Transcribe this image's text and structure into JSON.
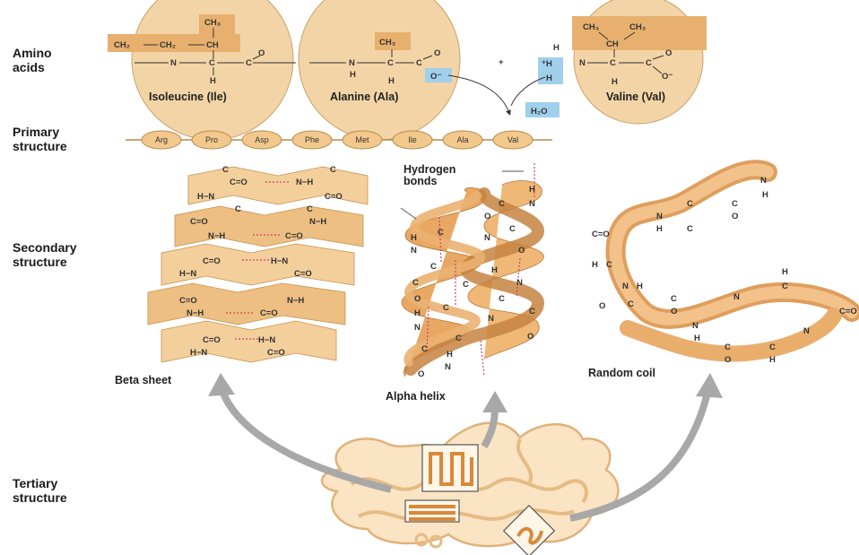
{
  "levels": {
    "amino": [
      "Amino",
      "acids"
    ],
    "primary": [
      "Primary",
      "structure"
    ],
    "secondary": [
      "Secondary",
      "structure"
    ],
    "tertiary": [
      "Tertiary",
      "structure"
    ]
  },
  "amino_acids": [
    {
      "name": "Isoleucine (Ile)",
      "side_chain": [
        "CH₂",
        "CH₂",
        "CH",
        "CH₃"
      ]
    },
    {
      "name": "Alanine (Ala)",
      "side_chain": [
        "CH₃"
      ]
    },
    {
      "name": "Valine (Val)",
      "side_chain": [
        "CH₃",
        "CH₃",
        "CH"
      ]
    }
  ],
  "reaction": {
    "plus": "+",
    "water": "H₂O",
    "o_minus": "O⁻",
    "h_plus": "⁺H"
  },
  "atoms": {
    "N": "N",
    "C": "C",
    "O": "O",
    "H": "H",
    "o_minus": "O⁻",
    "co": "C=O",
    "nh": "N−H",
    "hn": "H−N"
  },
  "primary_residues": [
    "Arg",
    "Pro",
    "Asp",
    "Phe",
    "Met",
    "Ile",
    "Ala",
    "Val"
  ],
  "secondary": {
    "hbond_label": [
      "Hydrogen",
      "bonds"
    ],
    "beta": "Beta sheet",
    "alpha": "Alpha helix",
    "coil": "Random coil"
  },
  "colors": {
    "tan": "#f3c88c",
    "band": "#e8a863",
    "orange": "#d8893a",
    "hbond": "#d04070",
    "water_box": "#9fd0ec",
    "arrow": "#a8a8a8"
  }
}
